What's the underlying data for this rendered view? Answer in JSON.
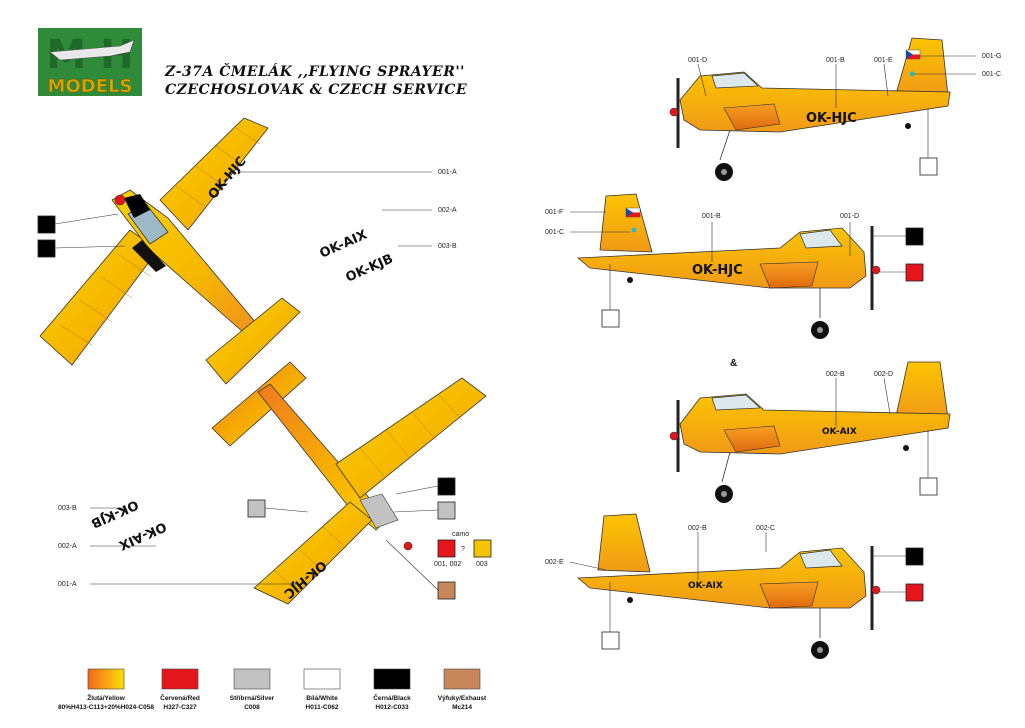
{
  "logo": {
    "top": "M H",
    "bottom": "MODELS"
  },
  "title": {
    "line1": "Z-37A ČMELÁK ,,FLYING SPRAYER''",
    "line2": "CZECHOSLOVAK & CZECH SERVICE"
  },
  "registrations": {
    "hjc": "OK-HJC",
    "aix": "OK-AIX",
    "kjb": "OK-KJB"
  },
  "callouts": {
    "c001A": "001-A",
    "c001B": "001-B",
    "c001C": "001-C",
    "c001D": "001-D",
    "c001E": "001-E",
    "c001F": "001-F",
    "c001G": "001-G",
    "c002A": "002-A",
    "c002B": "002-B",
    "c002C": "002-C",
    "c002D": "002-D",
    "c002E": "002-E",
    "c003B": "003-B"
  },
  "ampersand": "&",
  "camo": {
    "title": "camo",
    "question": "?",
    "left": "001, 002",
    "right": "003"
  },
  "swatches": [
    {
      "name": "Žlutá/Yellow",
      "code": "80%H413-C113+20%H024-C058",
      "color": "#f5c400"
    },
    {
      "name": "Červená/Red",
      "code": "H327-C327",
      "color": "#e4161b"
    },
    {
      "name": "Stříbrná/Silver",
      "code": "C008",
      "color": "#c2c2c2"
    },
    {
      "name": "Bílá/White",
      "code": "H011-C062",
      "color": "#ffffff"
    },
    {
      "name": "Černá/Black",
      "code": "H012-C033",
      "color": "#000000"
    },
    {
      "name": "Výfuky/Exhaust",
      "code": "Mc214",
      "color": "#c8875a"
    }
  ],
  "colors": {
    "yellow": "#f7c400",
    "orange": "#f0962a",
    "logo_green": "#2f8a3a",
    "logo_gold": "#d8a600"
  }
}
